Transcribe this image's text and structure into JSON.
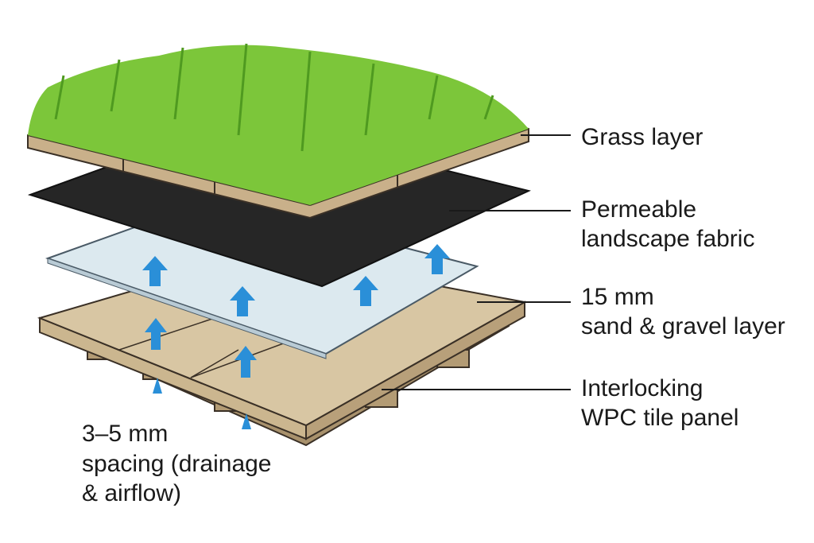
{
  "labels": {
    "grass": "Grass layer",
    "fabric_line1": "Permeable",
    "fabric_line2": "landscape fabric",
    "sand_line1": "15 mm",
    "sand_line2": "sand & gravel layer",
    "panel_line1": "Interlocking",
    "panel_line2": "WPC tile panel",
    "spacing_line1": "3–5 mm",
    "spacing_line2": "spacing (drainage",
    "spacing_line3": "& airflow)"
  },
  "colors": {
    "grass": "#7cc63a",
    "wood": "#c9b08a",
    "fabric": "#262626",
    "sand": "#dce9ef",
    "panel": "#d8c6a3",
    "arrow": "#2a8fd8"
  }
}
